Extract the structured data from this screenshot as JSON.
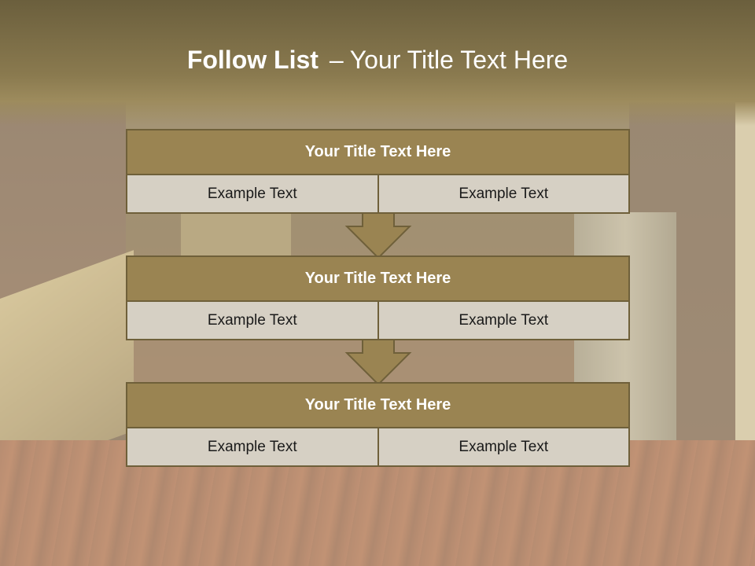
{
  "title": {
    "bold": "Follow List",
    "separator": "–",
    "rest": "Your Title Text Here"
  },
  "steps": [
    {
      "header": "Your Title Text Here",
      "cells": [
        "Example Text",
        "Example Text"
      ]
    },
    {
      "header": "Your Title Text Here",
      "cells": [
        "Example Text",
        "Example Text"
      ]
    },
    {
      "header": "Your Title Text Here",
      "cells": [
        "Example Text",
        "Example Text"
      ]
    }
  ],
  "colors": {
    "header_fill": "#9a8452",
    "border": "#6f603a",
    "cell_fill": "#d6d0c4",
    "title_text": "#ffffff"
  }
}
